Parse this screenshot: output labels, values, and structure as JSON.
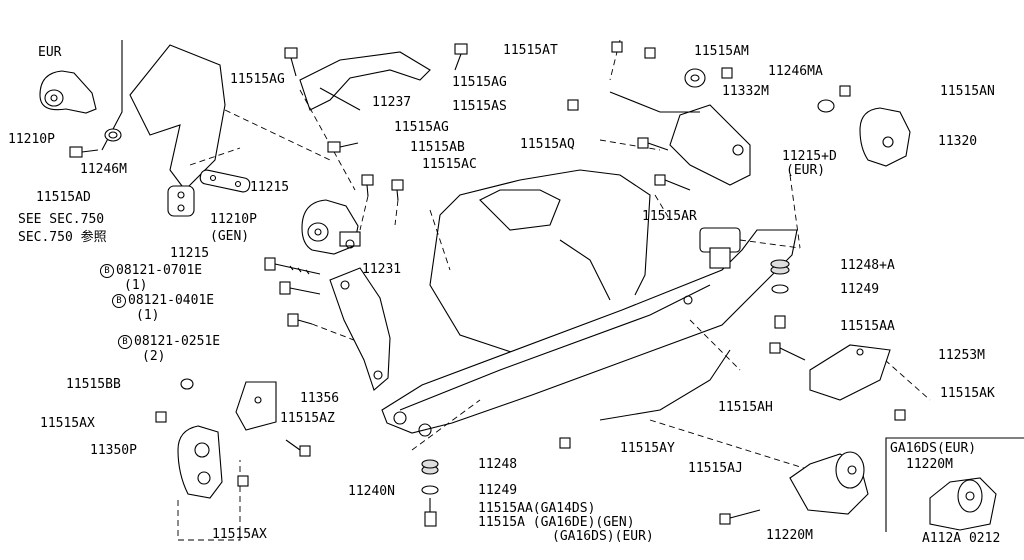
{
  "diagram": {
    "region_eur": "EUR",
    "labels": {
      "11210P": "11210P",
      "11246M": "11246M",
      "11515AD": "11515AD",
      "see_sec1": "SEE SEC.750",
      "see_sec2": "SEC.750 参照",
      "11515AG_1": "11515AG",
      "11237": "11237",
      "11515AG_2": "11515AG",
      "11515AG_3": "11515AG",
      "11515AB": "11515AB",
      "11515AC": "11515AC",
      "11215_1": "11215",
      "11210P_gen": "11210P",
      "gen": "(GEN)",
      "11215_2": "11215",
      "bolt1": "08121-0701E",
      "bolt1_qty": "(1)",
      "bolt2": "08121-0401E",
      "bolt2_qty": "(1)",
      "bolt3": "08121-0251E",
      "bolt3_qty": "(2)",
      "11231": "11231",
      "11515BB": "11515BB",
      "11356": "11356",
      "11515AX_1": "11515AX",
      "11515AZ": "11515AZ",
      "11350P": "11350P",
      "11515AX_2": "11515AX",
      "11240N": "11240N",
      "11515AY": "11515AY",
      "11248_1": "11248",
      "11249_1": "11249",
      "11515AA_gen": "11515AA(GA14DS)",
      "11515A_line1": "11515A (GA16DE)(GEN)",
      "11515A_line3": "(GA16DS)(EUR)",
      "11515AT": "11515AT",
      "11515AM": "11515AM",
      "11246MA": "11246MA",
      "11515AN": "11515AN",
      "11515AS": "11515AS",
      "11332M": "11332M",
      "11320": "11320",
      "11515AQ": "11515AQ",
      "11215D": "11215+D",
      "eur2": "(EUR)",
      "11515AR": "11515AR",
      "11248A": "11248+A",
      "11249_2": "11249",
      "11515AA": "11515AA",
      "11253M": "11253M",
      "11515AH": "11515AH",
      "11515AK": "11515AK",
      "11515AJ": "11515AJ",
      "11220M_1": "11220M",
      "ga16ds_eur": "GA16DS(EUR)",
      "11220M_2": "11220M",
      "ref": "A112A 0212"
    },
    "bolt_marker": "B"
  }
}
